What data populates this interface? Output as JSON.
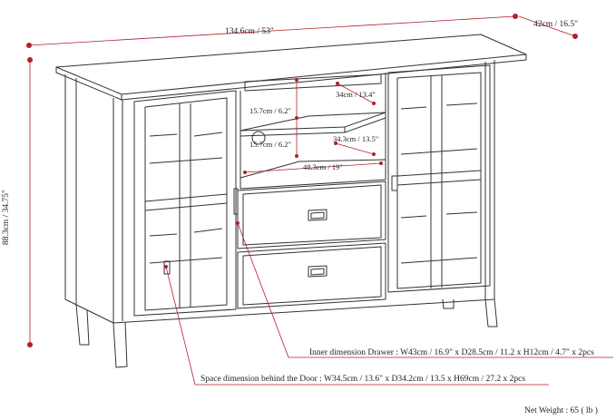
{
  "dimensions": {
    "width": "134.6cm / 53\"",
    "depth": "42cm / 16.5\"",
    "height": "88.3cm / 34.75\"",
    "shelf_depth": "34cm / 13.4\"",
    "shelf_height_top": "15.7cm / 6.2\"",
    "shelf_height_bottom": "15.7cm / 6.2\"",
    "inner_depth": "34.3cm / 13.5\"",
    "inner_width": "48.3cm / 19\""
  },
  "notes": {
    "inner_drawer": "Inner dimension Drawer : W43cm / 16.9\" x D28.5cm / 11.2 x H12cm / 4.7\" x 2pcs",
    "door_space": "Space dimension behind the Door : W34.5cm / 13.6\" x D34.2cm / 13.5 x H69cm / 27.2 x 2pcs",
    "net_weight": "Net Weight : 65 ( lb )"
  },
  "colors": {
    "accent": "#b3202a",
    "line": "#333333"
  }
}
